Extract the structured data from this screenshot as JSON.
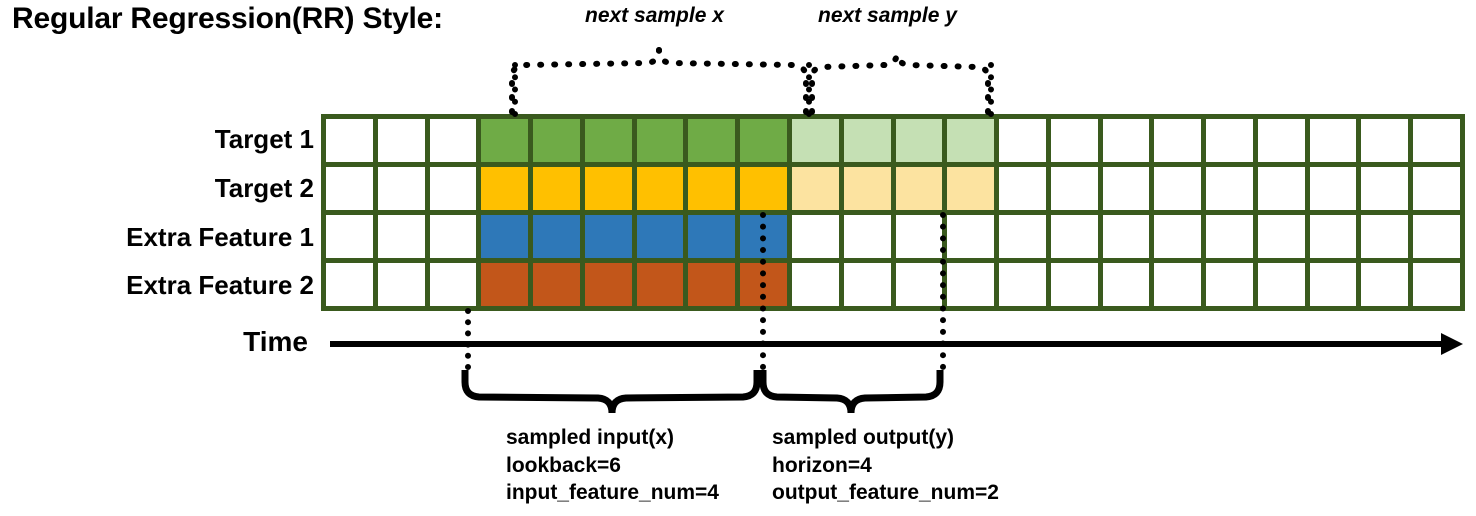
{
  "title": "Regular Regression(RR) Style:",
  "rows": [
    {
      "label": "Target 1",
      "name": "target-1"
    },
    {
      "label": "Target 2",
      "name": "target-2"
    },
    {
      "label": "Extra Feature 1",
      "name": "extra-feature-1"
    },
    {
      "label": "Extra Feature 2",
      "name": "extra-feature-2"
    }
  ],
  "axis": {
    "label": "Time"
  },
  "top_braces": [
    {
      "caption": "next sample x",
      "name": "next-sample-x"
    },
    {
      "caption": "next sample y",
      "name": "next-sample-y"
    }
  ],
  "bottom_braces": [
    {
      "name": "sampled-input",
      "lines": [
        "sampled input(x)",
        "lookback=6",
        "input_feature_num=4"
      ]
    },
    {
      "name": "sampled-output",
      "lines": [
        "sampled output(y)",
        "horizon=4",
        "output_feature_num=2"
      ]
    }
  ],
  "colors": {
    "grid_border": "#3A5A1E",
    "target1_input": "#6FAB46",
    "target1_output": "#C5E0B4",
    "target2_input": "#FFC000",
    "target2_output": "#FCE3A0",
    "extra_feature1": "#2E78B8",
    "extra_feature2": "#C2561A",
    "empty": "#FFFFFF"
  },
  "grid": {
    "columns": 22,
    "rows": 4,
    "input_start_col": 4,
    "input_end_col": 9,
    "output_start_col": 10,
    "output_end_col": 13,
    "cells": [
      [
        "empty",
        "empty",
        "empty",
        "green",
        "green",
        "green",
        "green",
        "green",
        "green",
        "green-l",
        "green-l",
        "green-l",
        "green-l",
        "empty",
        "empty",
        "empty",
        "empty",
        "empty",
        "empty",
        "empty",
        "empty",
        "empty"
      ],
      [
        "empty",
        "empty",
        "empty",
        "gold",
        "gold",
        "gold",
        "gold",
        "gold",
        "gold",
        "gold-l",
        "gold-l",
        "gold-l",
        "gold-l",
        "empty",
        "empty",
        "empty",
        "empty",
        "empty",
        "empty",
        "empty",
        "empty",
        "empty"
      ],
      [
        "empty",
        "empty",
        "empty",
        "blue",
        "blue",
        "blue",
        "blue",
        "blue",
        "blue",
        "empty",
        "empty",
        "empty",
        "empty",
        "empty",
        "empty",
        "empty",
        "empty",
        "empty",
        "empty",
        "empty",
        "empty",
        "empty"
      ],
      [
        "empty",
        "empty",
        "empty",
        "orange",
        "orange",
        "orange",
        "orange",
        "orange",
        "orange",
        "empty",
        "empty",
        "empty",
        "empty",
        "empty",
        "empty",
        "empty",
        "empty",
        "empty",
        "empty",
        "empty",
        "empty",
        "empty"
      ]
    ]
  }
}
